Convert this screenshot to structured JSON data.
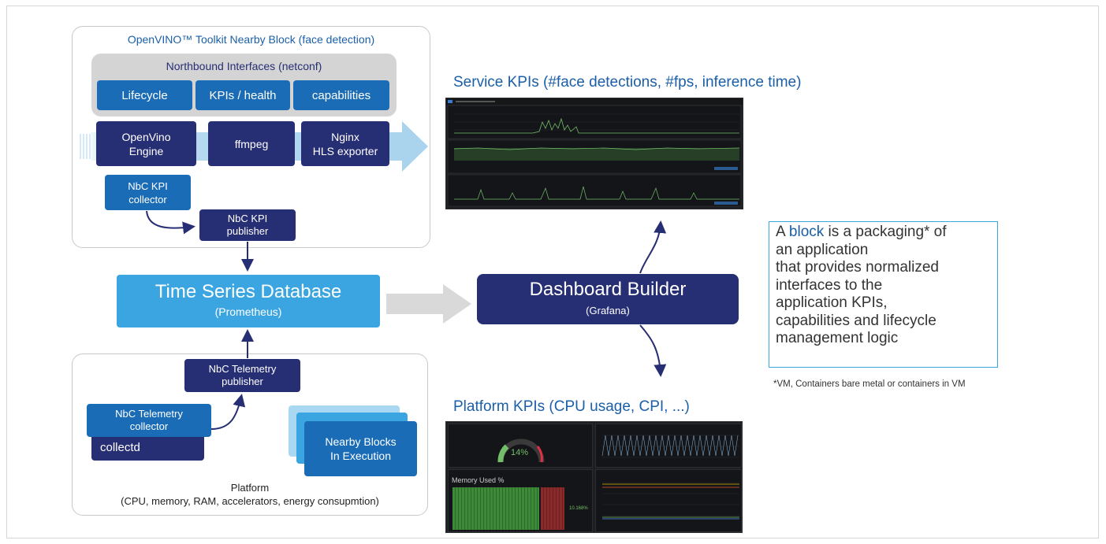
{
  "nearby_block": {
    "title": "OpenVINO™ Toolkit Nearby Block (face detection)",
    "northbound": {
      "title": "Northbound Interfaces (netconf)",
      "buttons": [
        "Lifecycle",
        "KPIs / health",
        "capabilities"
      ]
    },
    "engines": [
      "OpenVino\nEngine",
      "ffmpeg",
      "Nginx\nHLS exporter"
    ],
    "kpi_collector": "NbC KPI\ncollector",
    "kpi_publisher": "NbC KPI\npublisher"
  },
  "tsdb": {
    "title": "Time Series Database",
    "subtitle": "(Prometheus)"
  },
  "dashboard": {
    "title": "Dashboard Builder",
    "subtitle": "(Grafana)"
  },
  "platform_block": {
    "telemetry_publisher": "NbC Telemetry\npublisher",
    "telemetry_collector": "NbC Telemetry\ncollector",
    "collectd": "collectd",
    "nearby_blocks": "Nearby Blocks\nIn Execution",
    "platform_title": "Platform",
    "platform_sub": "(CPU, memory, RAM, accelerators, energy consupmtion)"
  },
  "service_kpis": {
    "title": "Service KPIs (#face detections, #fps, inference time)"
  },
  "platform_kpis": {
    "title": "Platform KPIs (CPU usage, CPI, ...)",
    "gauge_value": "14%",
    "memory_label": "Memory Used %",
    "memory_value": "10.168%"
  },
  "definition": {
    "prefix": "A ",
    "highlight": "block",
    "rest": " is a packaging* of\nan application\nthat provides normalized\ninterfaces to the\napplication KPIs,\ncapabilities and lifecycle\nmanagement logic"
  },
  "footnote": "*VM, Containers bare metal or containers in VM",
  "colors": {
    "navy": "#262e74",
    "blue": "#1a6cb6",
    "light_blue": "#3aa5e0",
    "accent": "#1a5fa8"
  }
}
